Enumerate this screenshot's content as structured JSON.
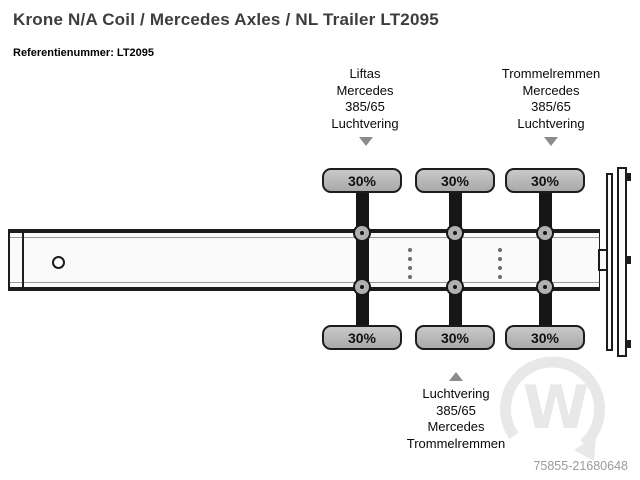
{
  "colors": {
    "title_text": "#3d3d3d",
    "annotation_text": "#0a0a0a",
    "tire_pill_fill": "#b9b9b9",
    "axle_black": "#161616",
    "arrow_gray": "#8c8c8c",
    "footer_text": "#9b9b9b",
    "watermark": "#e8e8e8"
  },
  "header": {
    "title": "Krone N/A Coil / Mercedes Axles / NL Trailer LT2095",
    "reference": "Referentienummer: LT2095"
  },
  "diagram": {
    "top_annotations": [
      {
        "lines": [
          "Liftas",
          "Mercedes",
          "385/65",
          "Luchtvering"
        ]
      },
      {
        "lines": [
          "Trommelremmen",
          "Mercedes",
          "385/65",
          "Luchtvering"
        ]
      }
    ],
    "bottom_annotation": {
      "lines": [
        "Luchtvering",
        "385/65",
        "Mercedes",
        "Trommelremmen"
      ]
    },
    "axles": [
      {
        "top_load": "30%",
        "bottom_load": "30%"
      },
      {
        "top_load": "30%",
        "bottom_load": "30%"
      },
      {
        "top_load": "30%",
        "bottom_load": "30%"
      }
    ]
  },
  "footer": {
    "listing_id": "75855-21680648"
  }
}
